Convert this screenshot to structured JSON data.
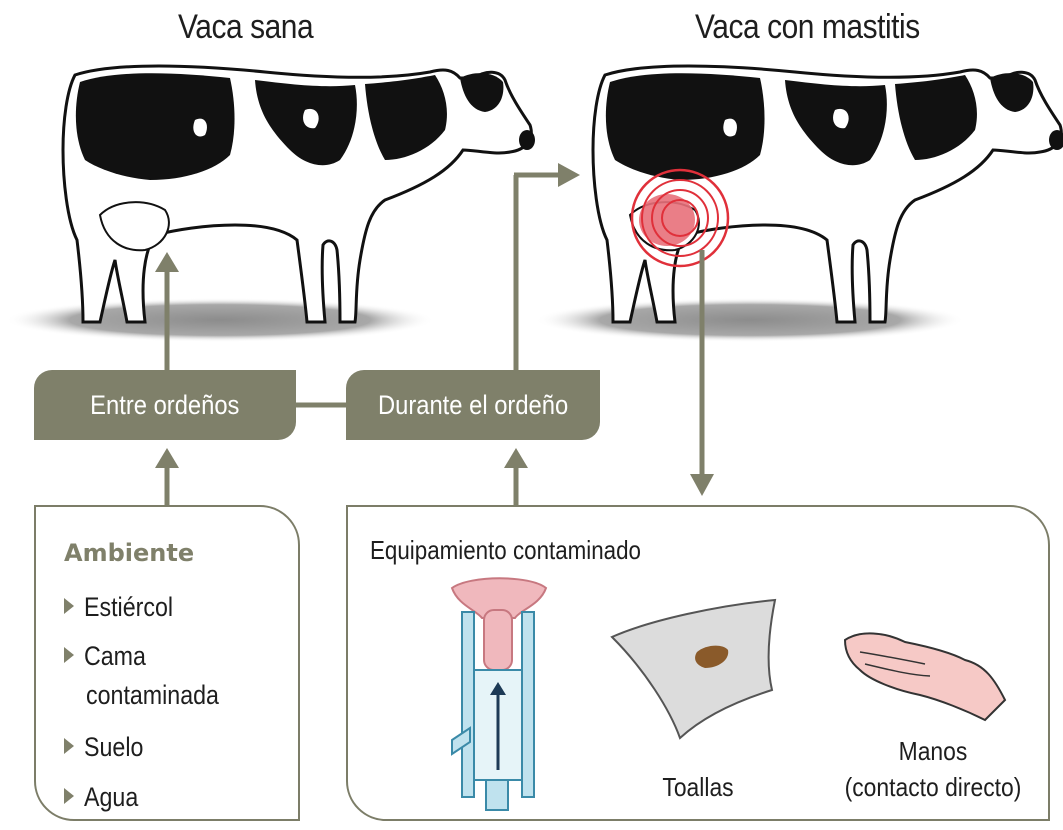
{
  "titles": {
    "healthy": "Vaca sana",
    "mastitis": "Vaca con mastitis"
  },
  "stages": {
    "between": "Entre ordeños",
    "during": "Durante el ordeño"
  },
  "environment": {
    "title": "Ambiente",
    "items": [
      "Estiércol",
      "Cama",
      "contaminada",
      "Suelo",
      "Agua"
    ]
  },
  "equipment": {
    "title": "Equipamiento contaminado",
    "towels": "Toallas",
    "hands_line1": "Manos",
    "hands_line2": "(contacto directo)"
  },
  "colors": {
    "arrow": "#7f806a",
    "infection": "#e0303a",
    "udder_inflamed": "#e8707a"
  },
  "icons": [
    "cow-healthy-icon",
    "cow-mastitis-icon",
    "milking-cup-icon",
    "towel-icon",
    "hand-icon"
  ]
}
